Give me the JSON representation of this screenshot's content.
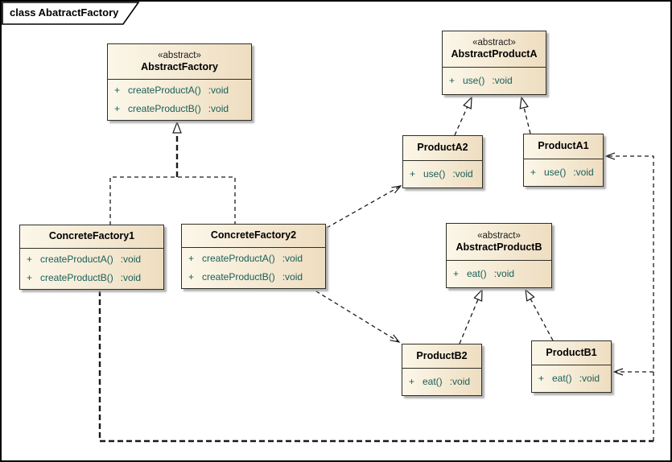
{
  "frame": {
    "title": "class AbatractFactory"
  },
  "colors": {
    "box_fill_light": "#fcf7e9",
    "box_fill_dark": "#eeddc0",
    "box_border": "#2f2e26",
    "method_text": "#185f58",
    "line": "#1a1a1a",
    "shadow": "#b0b0b0",
    "background": "#ffffff"
  },
  "classes": [
    {
      "stereotype": "«abstract»",
      "name": "AbstractFactory",
      "methods": [
        {
          "vis": "+",
          "sig": "createProductA()",
          "ret": ":void"
        },
        {
          "vis": "+",
          "sig": "createProductB()",
          "ret": ":void"
        }
      ]
    },
    {
      "stereotype": "«abstract»",
      "name": "AbstractProductA",
      "methods": [
        {
          "vis": "+",
          "sig": "use()",
          "ret": ":void"
        }
      ]
    },
    {
      "name": "ProductA2",
      "methods": [
        {
          "vis": "+",
          "sig": "use()",
          "ret": ":void"
        }
      ]
    },
    {
      "name": "ProductA1",
      "methods": [
        {
          "vis": "+",
          "sig": "use()",
          "ret": ":void"
        }
      ]
    },
    {
      "name": "ConcreteFactory1",
      "methods": [
        {
          "vis": "+",
          "sig": "createProductA()",
          "ret": ":void"
        },
        {
          "vis": "+",
          "sig": "createProductB()",
          "ret": ":void"
        }
      ]
    },
    {
      "name": "ConcreteFactory2",
      "methods": [
        {
          "vis": "+",
          "sig": "createProductA()",
          "ret": ":void"
        },
        {
          "vis": "+",
          "sig": "createProductB()",
          "ret": ":void"
        }
      ]
    },
    {
      "stereotype": "«abstract»",
      "name": "AbstractProductB",
      "methods": [
        {
          "vis": "+",
          "sig": "eat()",
          "ret": ":void"
        }
      ]
    },
    {
      "name": "ProductB2",
      "methods": [
        {
          "vis": "+",
          "sig": "eat()",
          "ret": ":void"
        }
      ]
    },
    {
      "name": "ProductB1",
      "methods": [
        {
          "vis": "+",
          "sig": "eat()",
          "ret": ":void"
        }
      ]
    }
  ],
  "relationships": [
    {
      "type": "realization",
      "from": "ConcreteFactory1",
      "to": "AbstractFactory"
    },
    {
      "type": "realization",
      "from": "ConcreteFactory2",
      "to": "AbstractFactory"
    },
    {
      "type": "realization",
      "from": "ProductA2",
      "to": "AbstractProductA"
    },
    {
      "type": "realization",
      "from": "ProductA1",
      "to": "AbstractProductA"
    },
    {
      "type": "realization",
      "from": "ProductB2",
      "to": "AbstractProductB"
    },
    {
      "type": "realization",
      "from": "ProductB1",
      "to": "AbstractProductB"
    },
    {
      "type": "dependency",
      "from": "ConcreteFactory2",
      "to": "ProductA2"
    },
    {
      "type": "dependency",
      "from": "ConcreteFactory2",
      "to": "ProductB2"
    },
    {
      "type": "dependency",
      "from": "ConcreteFactory1",
      "to": "ProductA1"
    },
    {
      "type": "dependency",
      "from": "ConcreteFactory1",
      "to": "ProductB1"
    }
  ]
}
